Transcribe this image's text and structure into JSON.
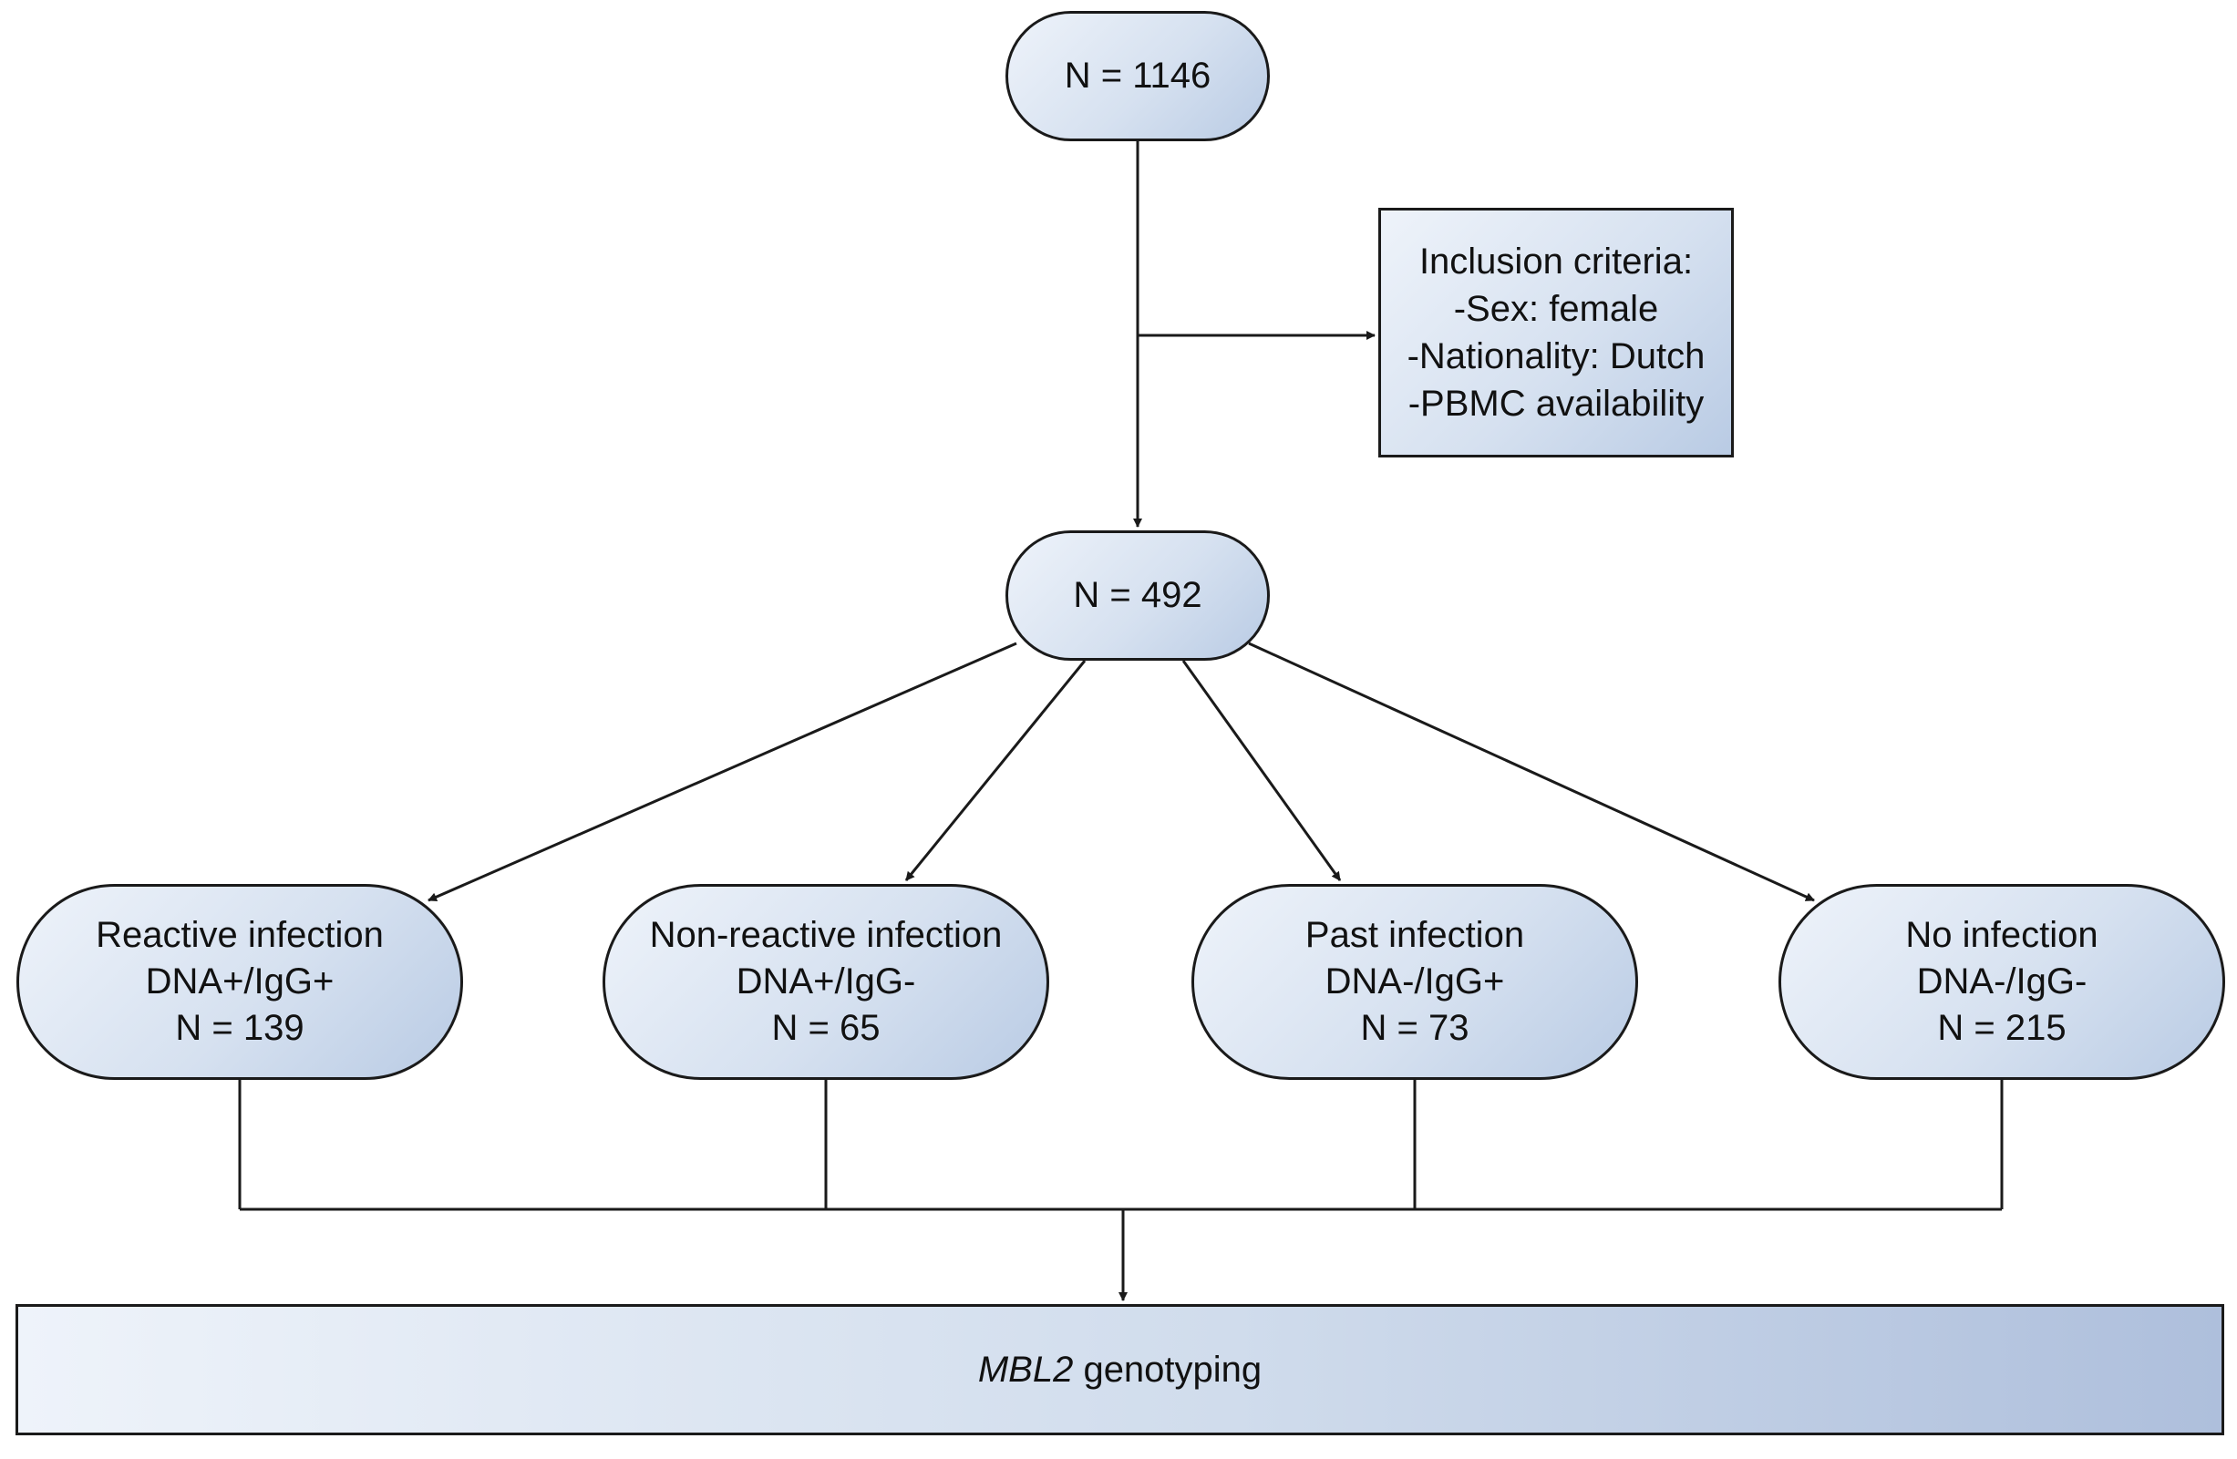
{
  "nodes": {
    "total": "N = 1146",
    "inclusion": {
      "title": "Inclusion criteria:",
      "criteria": [
        "-Sex: female",
        "-Nationality: Dutch",
        "-PBMC availability"
      ]
    },
    "selected": "N = 492",
    "groups": [
      {
        "name": "Reactive infection",
        "status": "DNA+/IgG+",
        "n": "N = 139"
      },
      {
        "name": "Non-reactive infection",
        "status": "DNA+/IgG-",
        "n": "N = 65"
      },
      {
        "name": "Past infection",
        "status": "DNA-/IgG+",
        "n": "N = 73"
      },
      {
        "name": "No infection",
        "status": "DNA-/IgG-",
        "n": "N = 215"
      }
    ],
    "final": {
      "gene": "MBL2",
      "text": " genotyping"
    }
  },
  "colors": {
    "line": "#1a1a1a",
    "box_light": "#eef3fa",
    "box_dark": "#b9cbe4"
  }
}
